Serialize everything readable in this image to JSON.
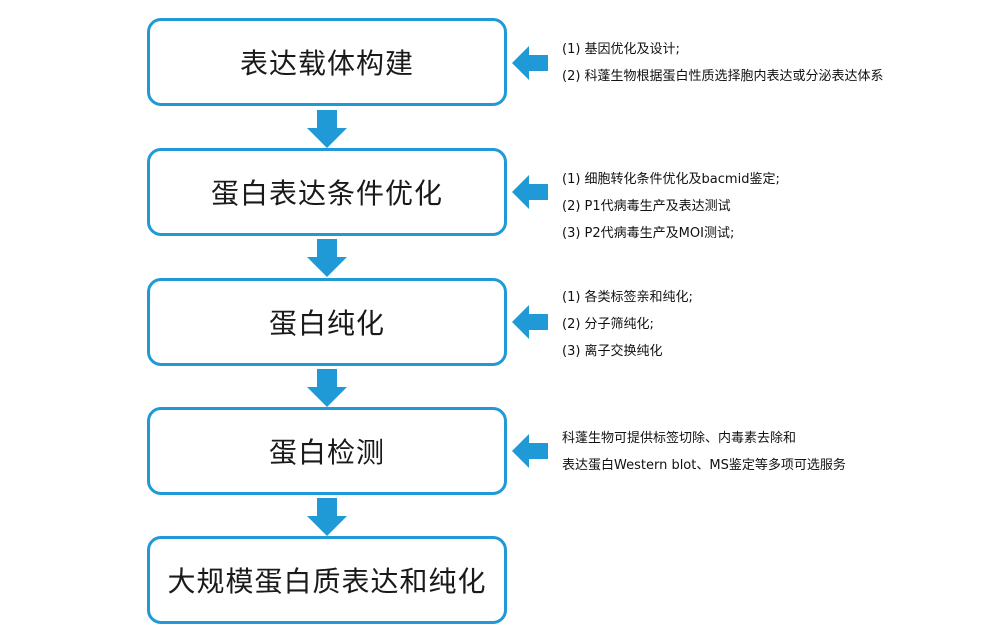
{
  "steps": [
    "表达载体构建",
    "蛋白表达条件优化",
    "蛋白纯化",
    "蛋白检测",
    "大规模蛋白质表达和纯化"
  ],
  "notes": [
    [
      "(1) 基因优化及设计;",
      "(2) 科蓬生物根据蛋白性质选择胞内表达或分泌表达体系"
    ],
    [
      "(1) 细胞转化条件优化及bacmid鉴定;",
      "(2) P1代病毒生产及表达测试",
      "(3) P2代病毒生产及MOI测试;"
    ],
    [
      "(1) 各类标签亲和纯化;",
      "(2) 分子筛纯化;",
      "(3) 离子交换纯化"
    ],
    [
      "科蓬生物可提供标签切除、内毒素去除和",
      "表达蛋白Western blot、MS鉴定等多项可选服务"
    ]
  ],
  "colors": {
    "border": "#1f9ad6",
    "arrow": "#1f9ad6"
  }
}
